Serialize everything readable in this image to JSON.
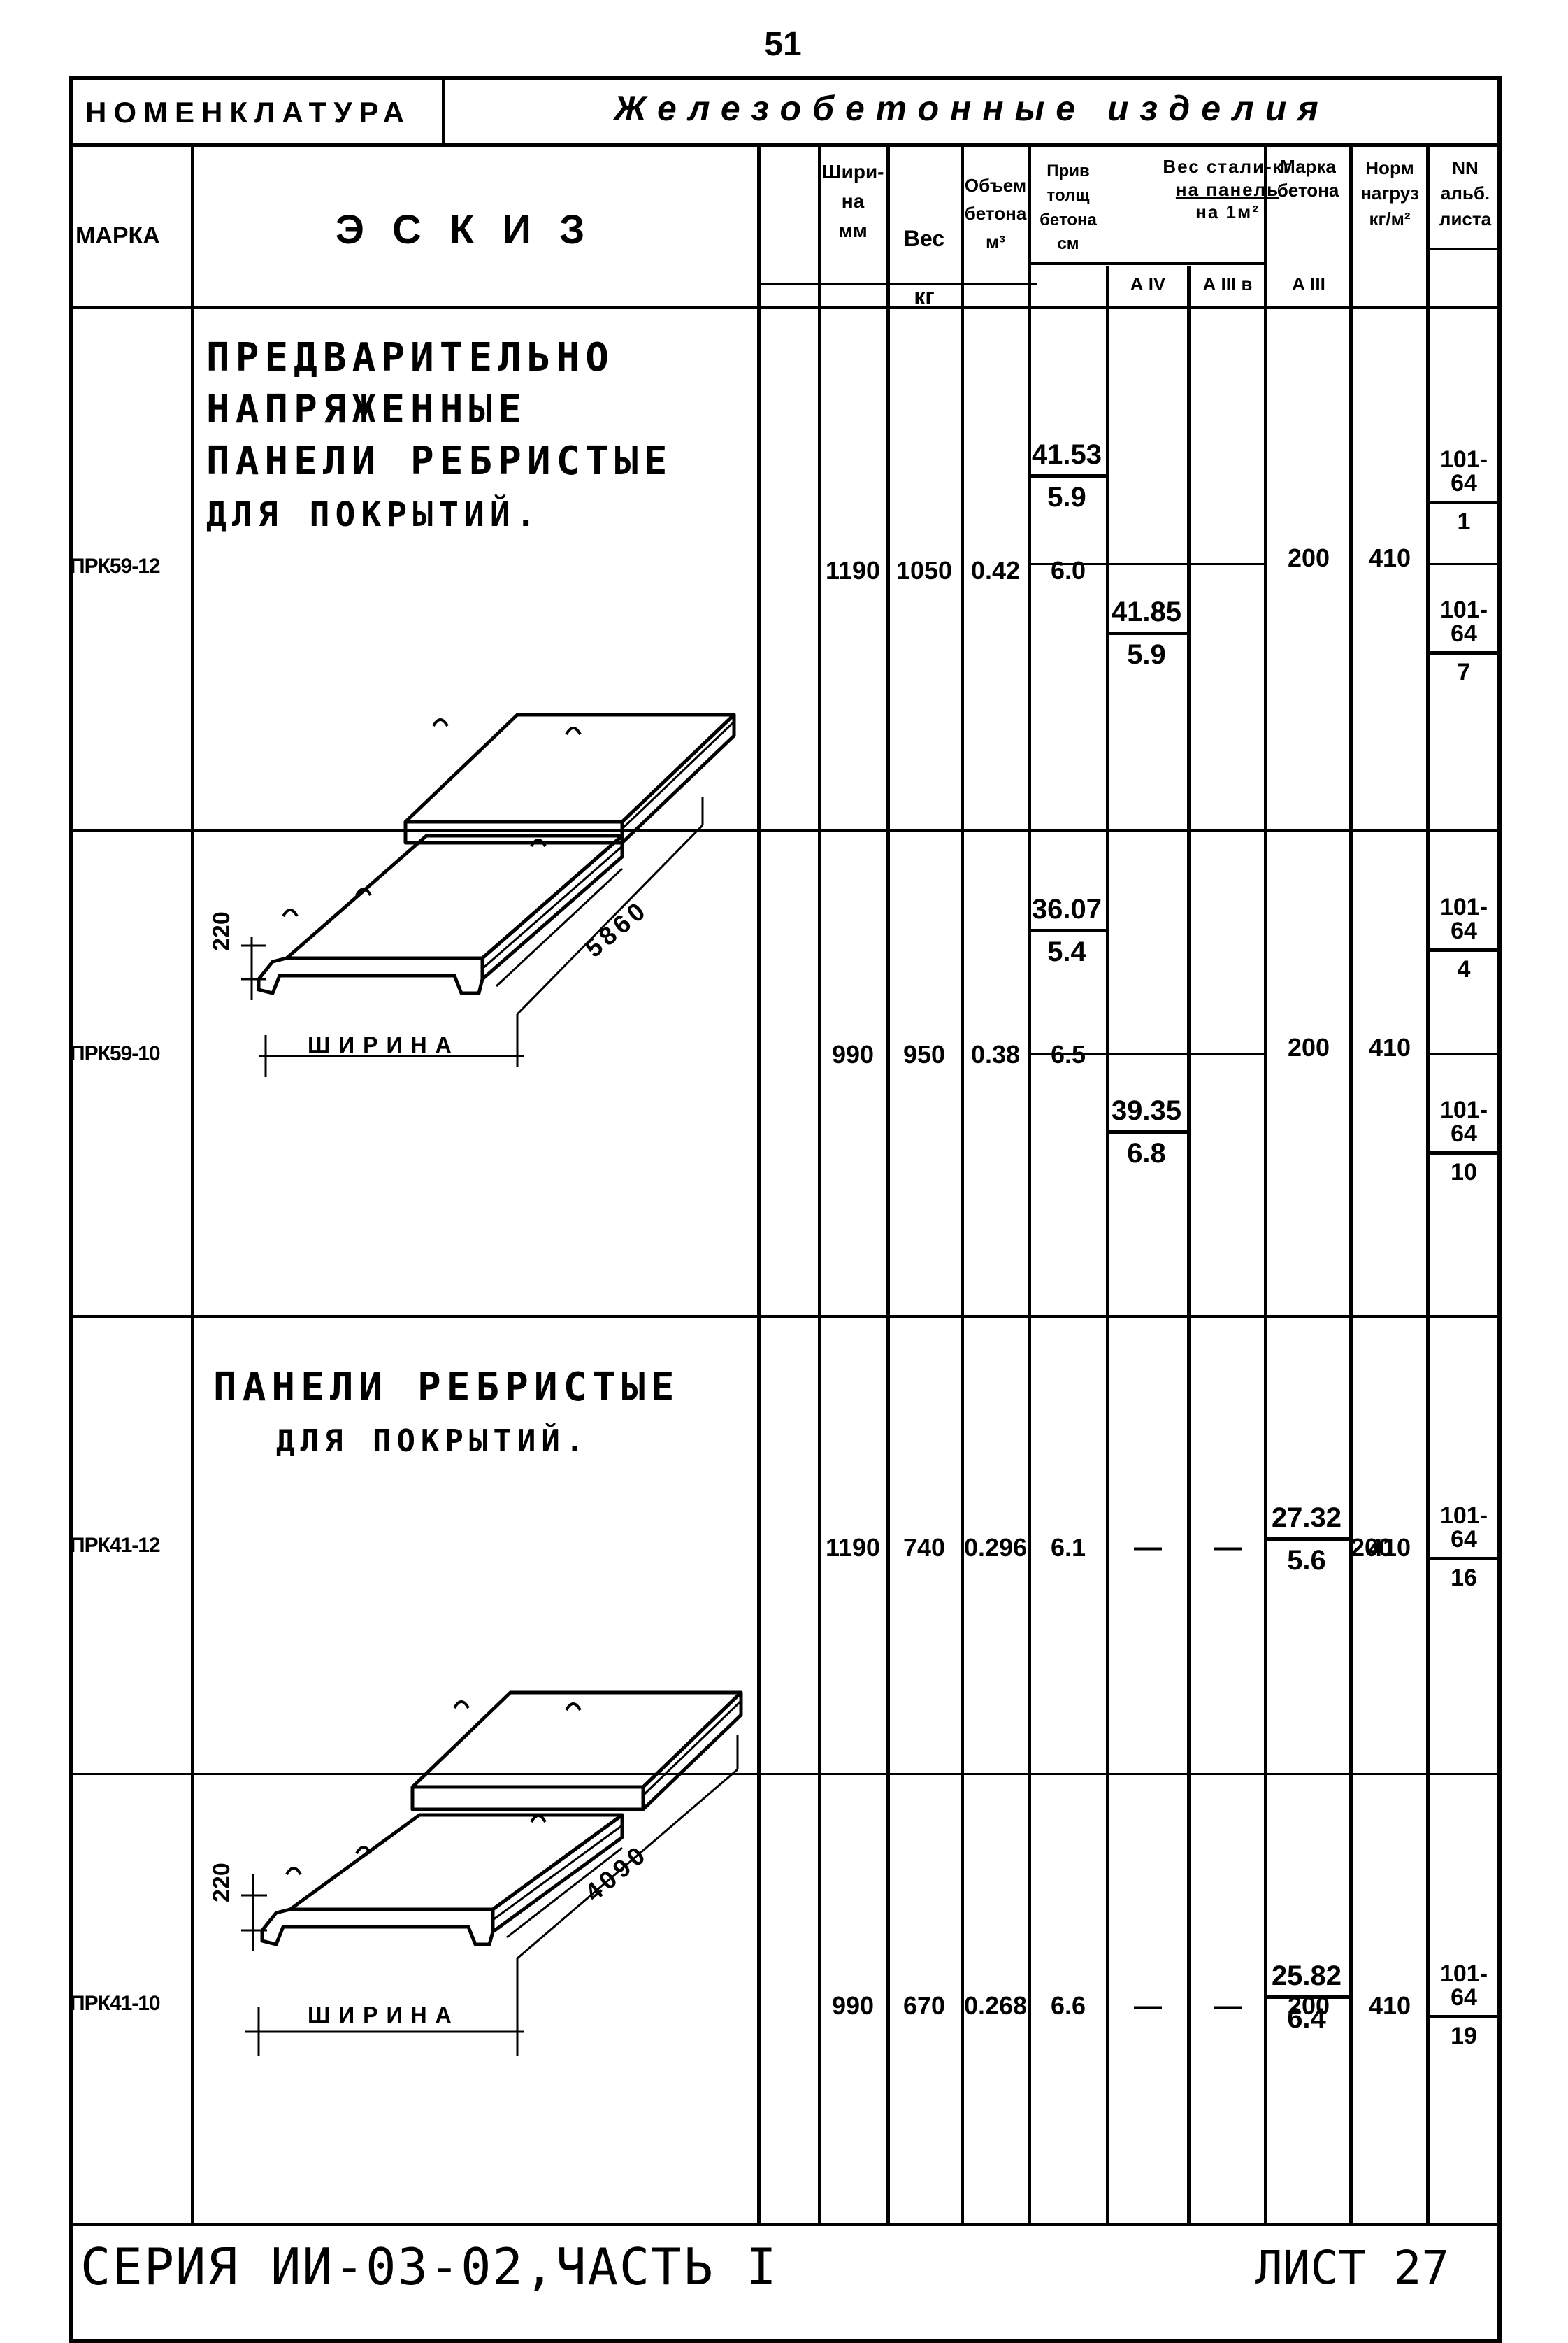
{
  "page_number": "51",
  "header": {
    "nomenclature_label": "Номенклатура",
    "title": "Железобетонные изделия"
  },
  "columns": {
    "mark": "Марка",
    "sketch": "Эскиз",
    "width": [
      "Шири-",
      "на",
      "мм"
    ],
    "weight": [
      "Вес",
      "кг"
    ],
    "volume": [
      "Объем",
      "бетона",
      "м³"
    ],
    "reduced": [
      "Прив",
      "толщ",
      "бетона",
      "см"
    ],
    "steel_title": [
      "Вес стали-кг",
      "на панель",
      "на 1м²"
    ],
    "steel_sub": [
      "А IV",
      "А III в",
      "А III"
    ],
    "concrete_grade": [
      "Марка",
      "бетона"
    ],
    "norm_load": [
      "Норм",
      "нагруз",
      "кг/м²"
    ],
    "album": [
      "NN",
      "альб.",
      "листа"
    ]
  },
  "groups": [
    {
      "title_lines": [
        "Предварительно",
        "напряженные",
        "панели ребристые",
        "для покрытий."
      ],
      "sketch": {
        "height_dim": "220",
        "length_dim": "5860",
        "width_label": "Ширина"
      }
    },
    {
      "title_lines": [
        "Панели ребристые",
        "для покрытий."
      ],
      "sketch": {
        "height_dim": "220",
        "length_dim": "4090",
        "width_label": "Ширина"
      }
    }
  ],
  "rows": [
    {
      "mark": "ПРК59-12",
      "width": "1190",
      "weight": "1050",
      "volume": "0.42",
      "reduced": "6.0",
      "steel_aiv": {
        "num": "41.53",
        "den": "5.9"
      },
      "steel_aiiiv": {
        "num": "41.85",
        "den": "5.9"
      },
      "steel_aiii": null,
      "grade": "200",
      "load": "410",
      "album_1": {
        "num": "101-64",
        "den": "1"
      },
      "album_2": {
        "num": "101-64",
        "den": "7"
      }
    },
    {
      "mark": "ПРК59-10",
      "width": "990",
      "weight": "950",
      "volume": "0.38",
      "reduced": "6.5",
      "steel_aiv": {
        "num": "36.07",
        "den": "5.4"
      },
      "steel_aiiiv": {
        "num": "39.35",
        "den": "6.8"
      },
      "steel_aiii": null,
      "grade": "200",
      "load": "410",
      "album_1": {
        "num": "101-64",
        "den": "4"
      },
      "album_2": {
        "num": "101-64",
        "den": "10"
      }
    },
    {
      "mark": "ПРК41-12",
      "width": "1190",
      "weight": "740",
      "volume": "0.296",
      "reduced": "6.1",
      "steel_aiv_dash": "—",
      "steel_aiiiv_dash": "—",
      "steel_aiii": {
        "num": "27.32",
        "den": "5.6"
      },
      "grade": "200",
      "load": "410",
      "album_1": {
        "num": "101-64",
        "den": "16"
      }
    },
    {
      "mark": "ПРК41-10",
      "width": "990",
      "weight": "670",
      "volume": "0.268",
      "reduced": "6.6",
      "steel_aiv_dash": "—",
      "steel_aiiiv_dash": "—",
      "steel_aiii": {
        "num": "25.82",
        "den": "6.4"
      },
      "grade": "200",
      "load": "410",
      "album_1": {
        "num": "101-64",
        "den": "19"
      }
    }
  ],
  "footer": {
    "series": "Серия ИИ-03-02,часть I",
    "sheet": "Лист 27"
  }
}
